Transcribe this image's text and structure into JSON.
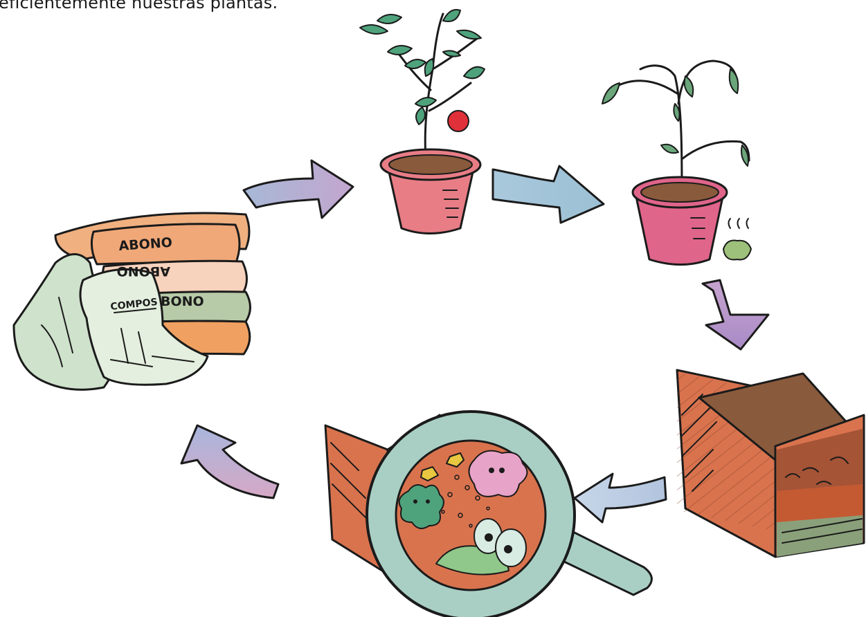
{
  "caption": "eficientemente nuestras plantas.",
  "bags": {
    "label_1": "ABONO",
    "label_2": "ABONO",
    "label_3": "BONO",
    "compost_label": "COMPOS"
  },
  "colors": {
    "pot": "#e87d86",
    "soil": "#8a5a3c",
    "leaf": "#4fa37c",
    "tomato": "#e0303a",
    "box": "#d9734e",
    "lens": "#a9cfc4",
    "arrow_blue": "#a9c4d8",
    "arrow_purple": "#b79ac4"
  }
}
